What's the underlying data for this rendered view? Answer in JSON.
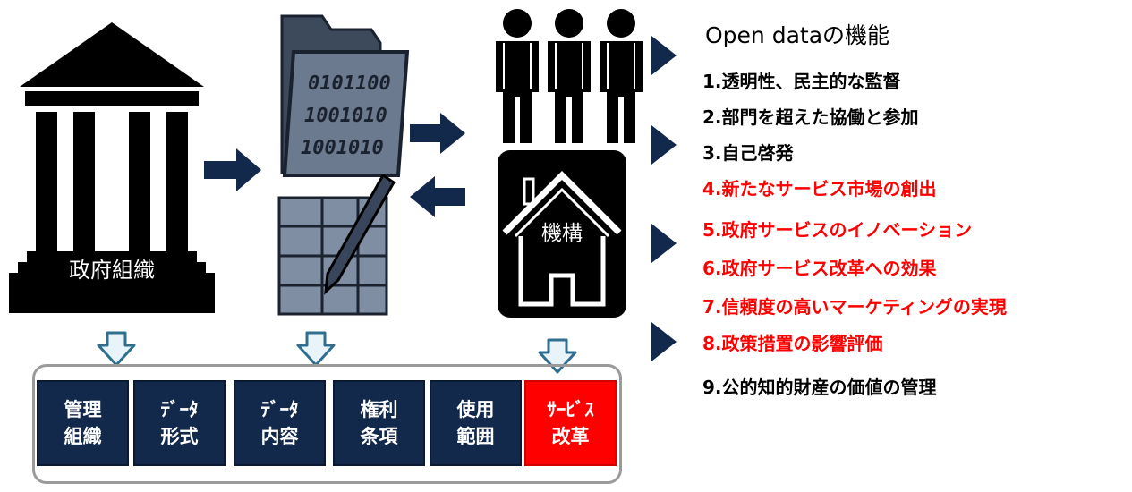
{
  "government": {
    "label": "政府組織"
  },
  "organization": {
    "label": "機構"
  },
  "document": {
    "binary_lines": [
      "0101100",
      "1001010",
      "1001010"
    ]
  },
  "categories": [
    {
      "label": "管理\n組織",
      "highlight": false
    },
    {
      "label": "ﾃﾞｰﾀ\n形式",
      "highlight": false
    },
    {
      "label": "ﾃﾞｰﾀ\n内容",
      "highlight": false
    },
    {
      "label": "権利\n条項",
      "highlight": false
    },
    {
      "label": "使用\n範囲",
      "highlight": false
    },
    {
      "label": "ｻｰﾋﾞｽ\n改革",
      "highlight": true
    }
  ],
  "functions": {
    "title": "Open dataの機能",
    "items": [
      {
        "text": "1.透明性、民主的な監督",
        "color": "#000000"
      },
      {
        "text": "2.部門を超えた協働と参加",
        "color": "#000000"
      },
      {
        "text": "3.自己啓発",
        "color": "#000000"
      },
      {
        "text": "4.新たなサービス市場の創出",
        "color": "#ff0000"
      },
      {
        "text": "5.政府サービスのイノベーション",
        "color": "#ff0000"
      },
      {
        "text": "6.政府サービス改革への効果",
        "color": "#ff0000"
      },
      {
        "text": "7.信頼度の高いマーケティングの実現",
        "color": "#ff0000"
      },
      {
        "text": "8.政策措置の影響評価",
        "color": "#ff0000"
      },
      {
        "text": "9.公的知的財産の価値の管理",
        "color": "#000000"
      }
    ]
  },
  "colors": {
    "navy": "#13294b",
    "highlight_red": "#ff0000",
    "down_arrow": "#e9f3fa"
  }
}
